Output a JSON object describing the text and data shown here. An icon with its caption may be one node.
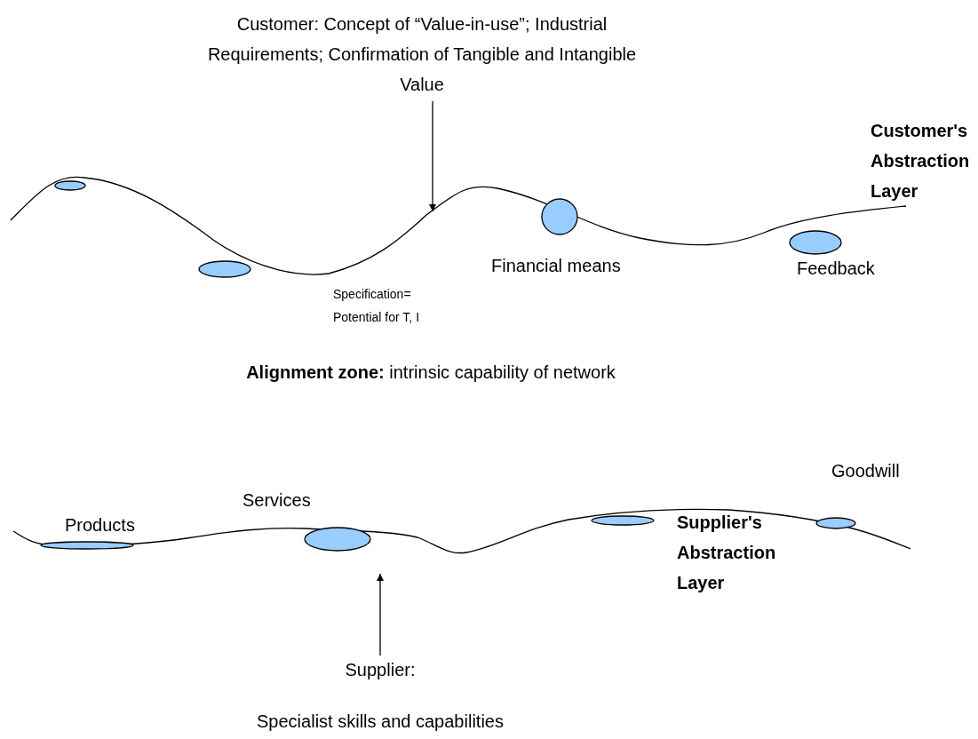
{
  "diagram": {
    "nodes": [
      {
        "text": [
          "Customer: Concept of “Value-in-use”; Industrial Requirements; Confirmation of Tangible and Intangible Value"
        ]
      },
      {
        "text": [
          "Supplier:",
          "Specialist skills and capabilities"
        ]
      }
    ],
    "edges": [
      {
        "from": 0,
        "to": null,
        "arrow": "to"
      },
      {
        "from": 1,
        "to": null,
        "arrow": "to"
      }
    ],
    "labels": [
      "Customer's Abstraction Layer",
      "Specification= Potential for T, I",
      "Financial means",
      "Feedback",
      "**Alignment zone:** intrinsic capability of network",
      "Products",
      "Services",
      "Goodwill",
      "Supplier's Abstraction Layer"
    ]
  }
}
